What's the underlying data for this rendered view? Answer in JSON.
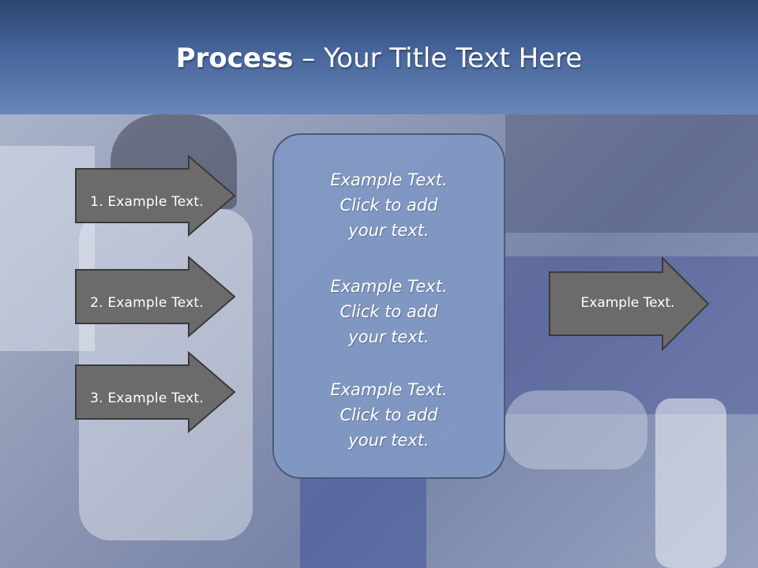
{
  "title": {
    "bold": "Process",
    "rest": " – Your Title Text Here"
  },
  "left_arrows": [
    {
      "label": "1. Example Text."
    },
    {
      "label": "2. Example Text."
    },
    {
      "label": "3. Example Text."
    }
  ],
  "center_box": {
    "paragraphs": [
      "Example Text.\nClick  to add\nyour text.",
      "Example Text.\nClick  to add\nyour text.",
      "Example Text.\nClick  to add\nyour text."
    ]
  },
  "right_arrow": {
    "label": "Example Text."
  },
  "colors": {
    "arrow_fill": "#6b6b6b",
    "arrow_stroke": "#3a3a3a",
    "box_fill": "#8098c4",
    "title_band": "#46659a"
  }
}
